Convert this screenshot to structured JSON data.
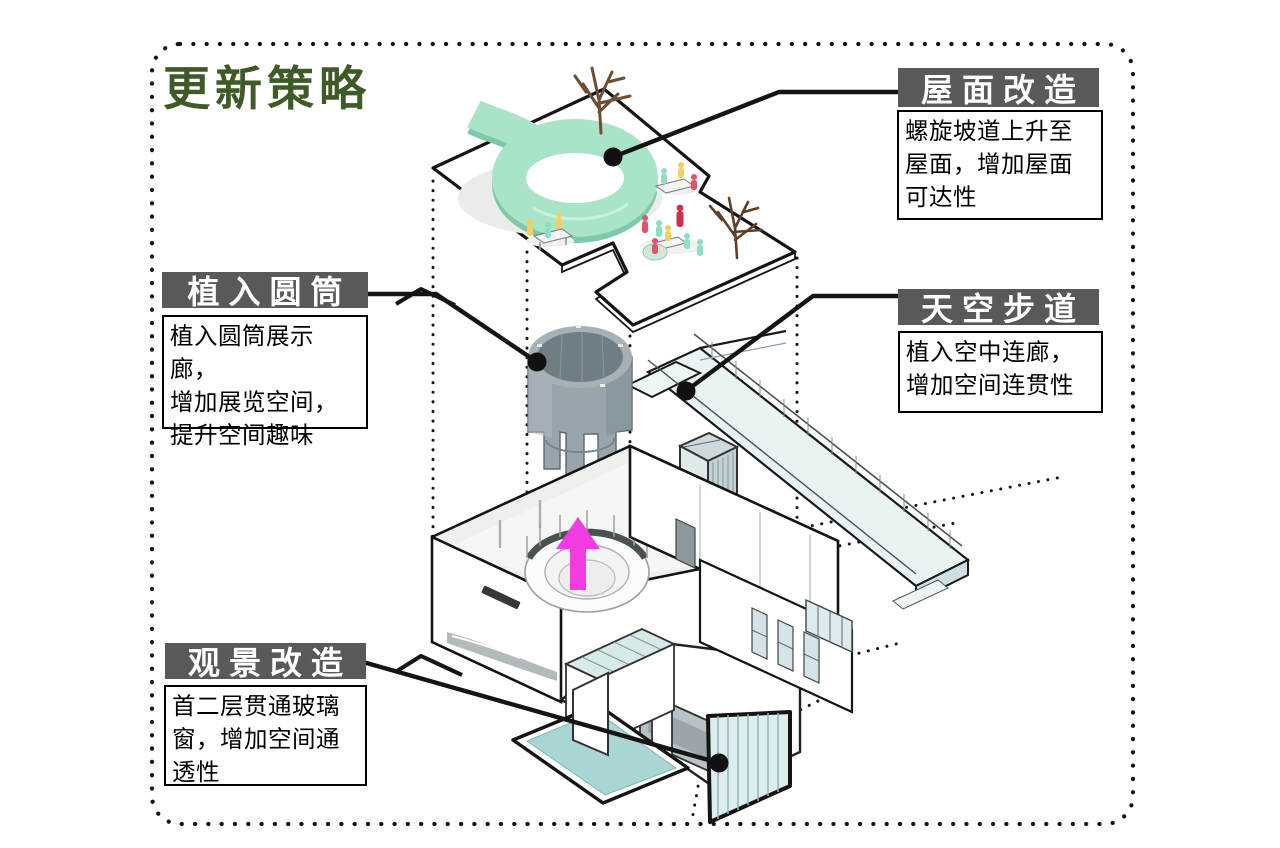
{
  "title": "更新策略",
  "callouts": {
    "roof": {
      "label": "屋面改造",
      "desc": "螺旋坡道上升至\n屋面，增加屋面\n可达性"
    },
    "cylinder": {
      "label": "植入圆筒",
      "desc": "植入圆筒展示廊，\n增加展览空间，\n提升空间趣味"
    },
    "sky": {
      "label": "天空步道",
      "desc": "植入空中连廊，\n增加空间连贯性"
    },
    "view": {
      "label": "观景改造",
      "desc": "首二层贯通玻璃\n窗，增加空间通\n透性"
    }
  },
  "diagram": {
    "components": [
      {
        "name": "spiral-ramp-icon",
        "meaning": "screw ramp rising to roof",
        "color": "#a7e4c8"
      },
      {
        "name": "roof-plate-icon",
        "meaning": "roof terrace plate with trees and people",
        "color": "#ffffff"
      },
      {
        "name": "cylinder-icon",
        "meaning": "inserted cylindrical exhibition gallery",
        "color": "#9aa7ad"
      },
      {
        "name": "sky-bridge-icon",
        "meaning": "glass sky corridor",
        "color": "#e9f3f3"
      },
      {
        "name": "gallery-box-icon",
        "meaning": "main hall with circular ramp",
        "color": "#f2f4f2"
      },
      {
        "name": "up-arrow-icon",
        "meaning": "vertical circulation direction",
        "color": "#f23ce1"
      },
      {
        "name": "pool-icon",
        "meaning": "water pool",
        "color": "#a9d5d5"
      },
      {
        "name": "glass-panel-icon",
        "meaning": "two-storey glass window wall",
        "color": "#ddeeee"
      }
    ]
  },
  "colors": {
    "title_green": "#3e5a27",
    "label_header_bg": "#58595b",
    "label_header_text": "#ffffff",
    "line_black": "#141414",
    "spiral_mint": "#a7e4c8",
    "water_teal": "#a9d5d5",
    "glass_teal": "#ddeeee",
    "arrow_magenta": "#f23ce1"
  }
}
